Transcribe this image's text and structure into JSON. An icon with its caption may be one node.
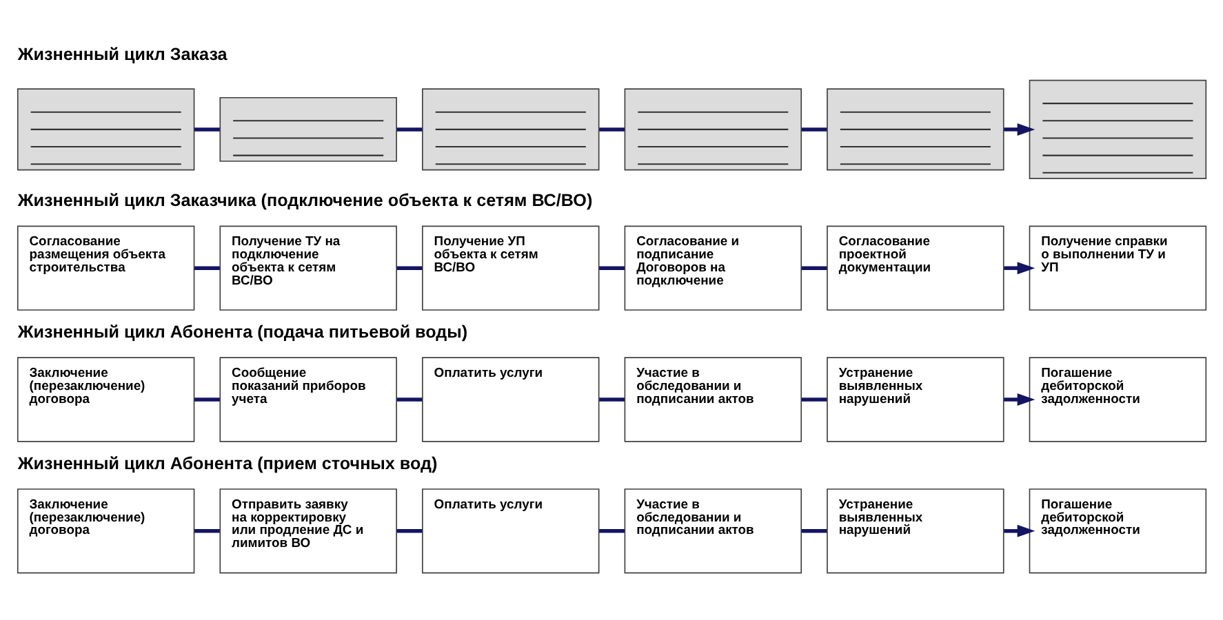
{
  "diagram": {
    "nodes": [
      {
        "text": [],
        "shape": "box"
      },
      {
        "text": [],
        "shape": "box"
      },
      {
        "text": [],
        "shape": "box"
      },
      {
        "text": [],
        "shape": "box"
      },
      {
        "text": [],
        "shape": "box"
      },
      {
        "text": [],
        "shape": "box"
      },
      {
        "text": [
          "Согласование размещения объекта строительства"
        ]
      },
      {
        "text": [
          "Получение ТУ на подключение объекта к сетям ВС/ВО"
        ]
      },
      {
        "text": [
          "Получение УП объекта к сетям ВС/ВО"
        ]
      },
      {
        "text": [
          "Согласование и подписание Договоров на подключение"
        ]
      },
      {
        "text": [
          "Согласование проектной документации"
        ]
      },
      {
        "text": [
          "Получение справки о выполнении ТУ и УП"
        ]
      },
      {
        "text": [
          "Заключение (перезаключение) договора"
        ]
      },
      {
        "text": [
          "Сообщение показаний приборов учета"
        ]
      },
      {
        "text": [
          "Оплатить услуги"
        ]
      },
      {
        "text": [
          "Участие в обследовании и подписании актов"
        ]
      },
      {
        "text": [
          "Устранение выявленных нарушений"
        ]
      },
      {
        "text": [
          "Погашение дебиторской задолженности"
        ]
      },
      {
        "text": [
          "Заключение (перезаключение) договора"
        ]
      },
      {
        "text": [
          "Отправить заявку на корректировку или продление ДС и лимитов ВО"
        ]
      },
      {
        "text": [
          "Оплатить услуги"
        ]
      },
      {
        "text": [
          "Участие в обследовании и подписании актов"
        ]
      },
      {
        "text": [
          "Устранение выявленных нарушений"
        ]
      },
      {
        "text": [
          "Погашение дебиторской задолженности"
        ]
      }
    ],
    "edges": [
      {
        "from": 0,
        "to": 1,
        "arrow": "none"
      },
      {
        "from": 1,
        "to": 2,
        "arrow": "none"
      },
      {
        "from": 2,
        "to": 3,
        "arrow": "none"
      },
      {
        "from": 3,
        "to": 4,
        "arrow": "none"
      },
      {
        "from": 4,
        "to": 5,
        "arrow": "to"
      },
      {
        "from": 6,
        "to": 7,
        "arrow": "none"
      },
      {
        "from": 7,
        "to": 8,
        "arrow": "none"
      },
      {
        "from": 8,
        "to": 9,
        "arrow": "none"
      },
      {
        "from": 9,
        "to": 10,
        "arrow": "none"
      },
      {
        "from": 10,
        "to": 11,
        "arrow": "to"
      },
      {
        "from": 12,
        "to": 13,
        "arrow": "none"
      },
      {
        "from": 13,
        "to": 14,
        "arrow": "none"
      },
      {
        "from": 14,
        "to": 15,
        "arrow": "none"
      },
      {
        "from": 15,
        "to": 16,
        "arrow": "none"
      },
      {
        "from": 16,
        "to": 17,
        "arrow": "to"
      },
      {
        "from": 18,
        "to": 19,
        "arrow": "none"
      },
      {
        "from": 19,
        "to": 20,
        "arrow": "none"
      },
      {
        "from": 20,
        "to": 21,
        "arrow": "none"
      },
      {
        "from": 21,
        "to": 22,
        "arrow": "none"
      },
      {
        "from": 22,
        "to": 23,
        "arrow": "to"
      }
    ],
    "labels": [
      "Жизненный цикл Заказа",
      "Жизненный цикл Заказчика (подключение объекта к сетям ВС/ВО)",
      "Жизненный цикл Абонента (подача питьевой воды)",
      "Жизненный цикл Абонента (прием сточных вод)"
    ]
  }
}
